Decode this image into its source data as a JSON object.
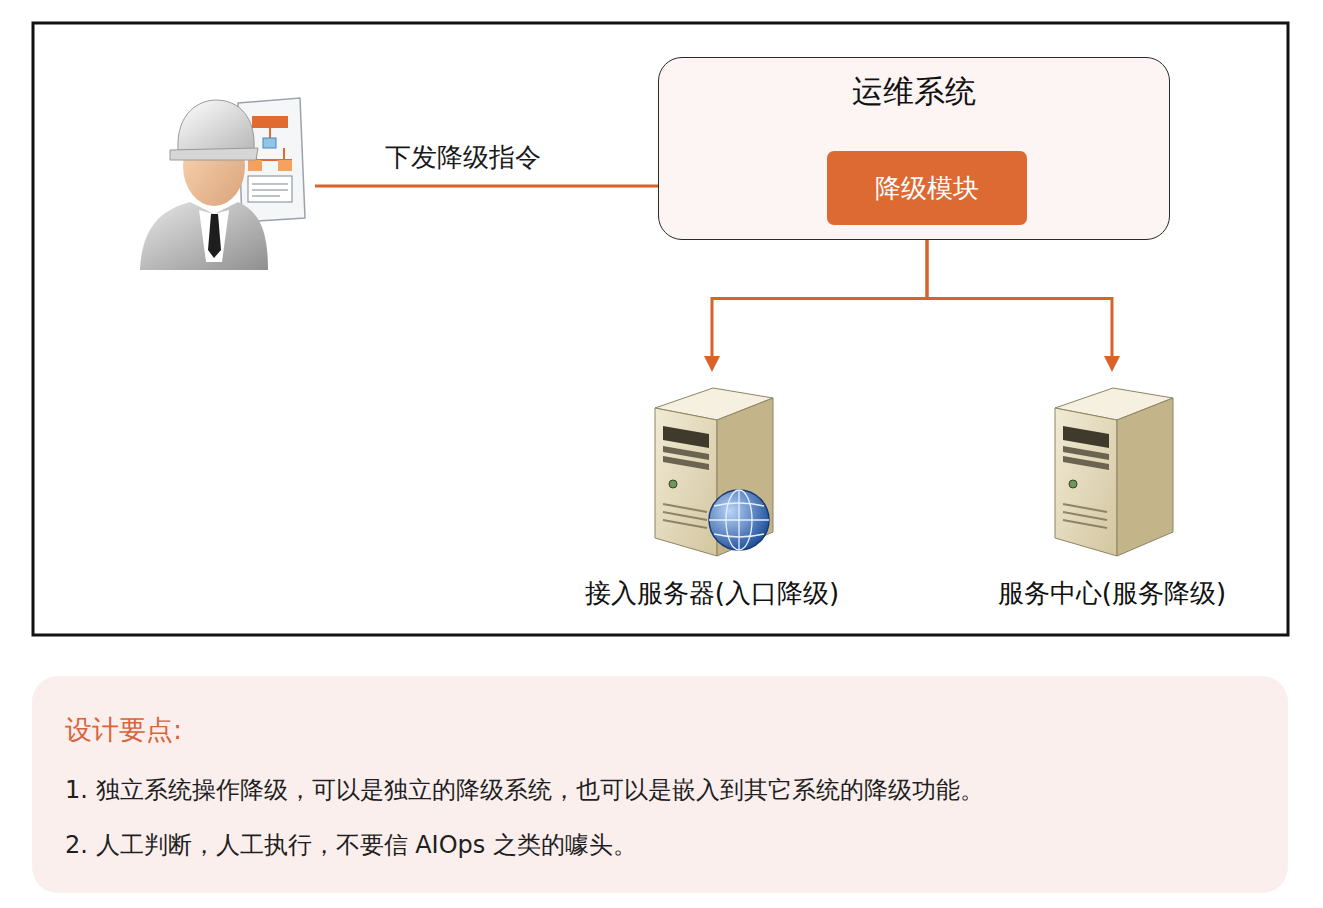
{
  "diagram": {
    "nodes": [
      {
        "text": [
          "运维系统"
        ]
      },
      {
        "text": [
          "降级模块"
        ],
        "in": 0
      },
      {
        "text": [
          "接入服务器(入口降级)"
        ]
      },
      {
        "text": [
          "服务中心(服务降级)"
        ]
      },
      {
        "text": [
          "设计要点:",
          "1. 独立系统操作降级，可以是独立的降级系统，也可以是嵌入到其它系统的降级功能。",
          "2. 人工判断，人工执行，不要信 AIOps 之类的噱头。"
        ]
      }
    ],
    "edges": [
      {
        "from": 1,
        "to": 2,
        "arrow": "to"
      },
      {
        "from": 1,
        "to": 3,
        "arrow": "to"
      }
    ],
    "labels": [
      "下发降级指令"
    ]
  }
}
